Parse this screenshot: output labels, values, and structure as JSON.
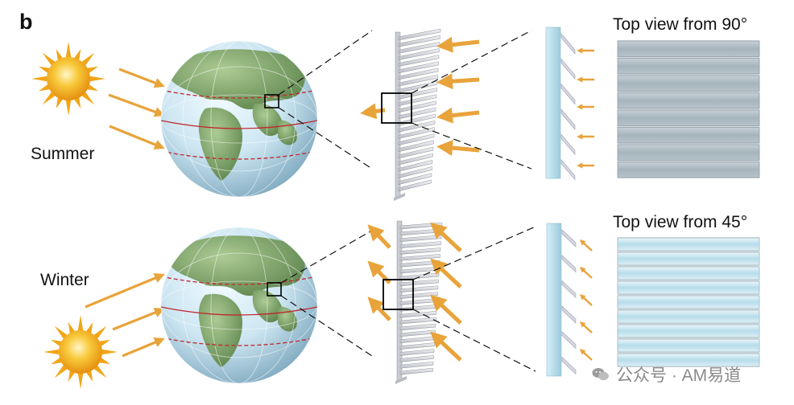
{
  "panel_label": "b",
  "seasons": {
    "summer": "Summer",
    "winter": "Winter"
  },
  "top_views": {
    "view_90": "Top view from 90°",
    "view_45": "Top view from 45°"
  },
  "watermark": {
    "text": "公众号 · AM易道",
    "icon": "wechat-icon"
  },
  "colors": {
    "arrow": "#e8a33a",
    "sun_core": "#f3b51b",
    "sun_ray": "#f2a516",
    "globe_ocean": "#cfe6f2",
    "globe_land": "#7fa368",
    "latitude_line": "#c1272d",
    "glass": "#b7dbe8",
    "louver": "#d9dbe0",
    "view_90_fill": "#aebcc4",
    "view_45_fill": "#cfe8f2"
  }
}
